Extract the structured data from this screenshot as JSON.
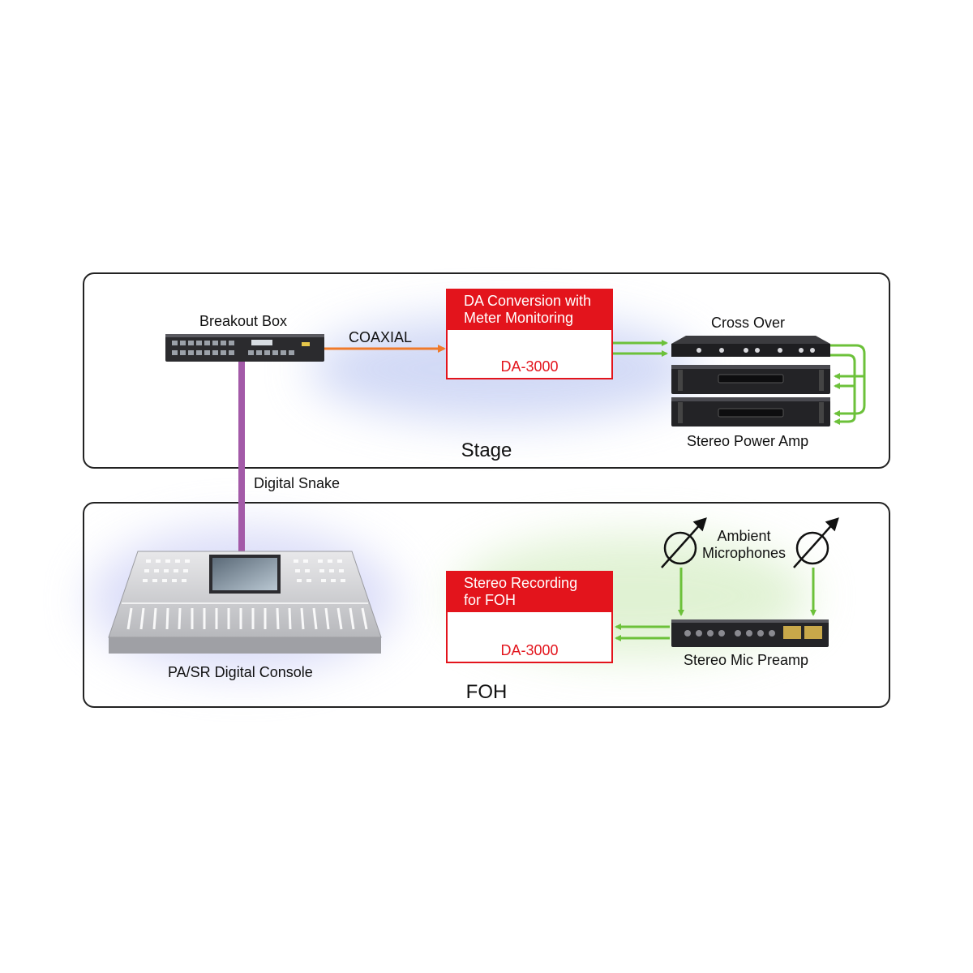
{
  "zones": {
    "stage": "Stage",
    "foh": "FOH"
  },
  "devices": {
    "breakout_box": "Breakout Box",
    "cross_over": "Cross Over",
    "stereo_power_amp": "Stereo Power Amp",
    "console": "PA/SR Digital Console",
    "ambient_mics": "Ambient\nMicrophones",
    "mic_preamp": "Stereo Mic Preamp"
  },
  "connections": {
    "coaxial": "COAXIAL",
    "digital_snake": "Digital Snake"
  },
  "callouts": {
    "stage": {
      "title": "DA Conversion with\nMeter Monitoring",
      "model": "DA-3000"
    },
    "foh": {
      "title": "Stereo Recording\nfor FOH",
      "model": "DA-3000"
    }
  },
  "colors": {
    "accent_red": "#e3141c",
    "coaxial_orange": "#f07a2a",
    "snake_purple": "#a35aa8",
    "signal_green": "#6cc13a",
    "stage_glow": "#bcc8f2",
    "foh_glow": "#d6edc4"
  },
  "icons": [
    "microphone-icon",
    "microphone-icon",
    "arrow-icon"
  ]
}
